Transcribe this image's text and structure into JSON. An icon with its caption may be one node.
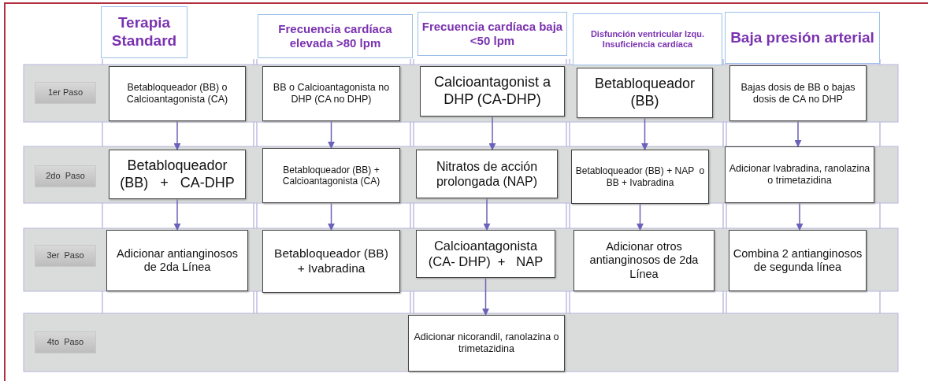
{
  "diagram": {
    "nodes": [
      {
        "text": [
          "Terapia Standard"
        ]
      },
      {
        "text": [
          "Frecuencia cardíaca elevada >80 lpm"
        ]
      },
      {
        "text": [
          "Frecuencia cardíaca baja  <50 lpm"
        ]
      },
      {
        "text": [
          "Disfunción ventricular Izqu. Insuficiencia cardíaca"
        ]
      },
      {
        "text": [
          "Baja presión arterial"
        ]
      },
      {
        "text": [
          "1er Paso"
        ]
      },
      {
        "text": [
          "Betabloqueador (BB) o Calcioantagonista (CA)"
        ]
      },
      {
        "text": [
          "BB o Calcioantagonista no DHP (CA no DHP)"
        ]
      },
      {
        "text": [
          "Calcioantagonist a DHP (CA-DHP)"
        ]
      },
      {
        "text": [
          "Betabloqueador (BB)"
        ]
      },
      {
        "text": [
          "Bajas dosis de BB o bajas dosis de CA no DHP"
        ]
      },
      {
        "text": [
          "2do  Paso"
        ]
      },
      {
        "text": [
          "Betabloqueador (BB)   +   CA-DHP"
        ]
      },
      {
        "text": [
          "Betabloqueador (BB) + Calcioantagonista (CA)"
        ]
      },
      {
        "text": [
          "Nitratos de acción prolongada (NAP)"
        ]
      },
      {
        "text": [
          "Betabloqueador (BB) + NAP  o BB + Ivabradina"
        ]
      },
      {
        "text": [
          "Adicionar Ivabradina, ranolazina o trimetazidina"
        ]
      },
      {
        "text": [
          "3er  Paso"
        ]
      },
      {
        "text": [
          "Adicionar antianginosos de 2da Línea"
        ]
      },
      {
        "text": [
          "Betabloqueador (BB)   + Ivabradina"
        ]
      },
      {
        "text": [
          "Calcioantagonista (CA- DHP)  +   NAP"
        ]
      },
      {
        "text": [
          "Adicionar otros antianginosos de 2da Línea"
        ]
      },
      {
        "text": [
          "Combina 2 antianginosos de segunda línea"
        ]
      },
      {
        "text": [
          "4to  Paso"
        ]
      },
      {
        "text": [
          "Adicionar nicorandil, ranolazina o trimetazidina"
        ]
      }
    ],
    "edges": [
      {
        "from": 6,
        "to": 12,
        "arrow": "to"
      },
      {
        "from": 12,
        "to": 18,
        "arrow": "to"
      },
      {
        "from": 7,
        "to": 13,
        "arrow": "to"
      },
      {
        "from": 13,
        "to": 19,
        "arrow": "to"
      },
      {
        "from": 8,
        "to": 14,
        "arrow": "to"
      },
      {
        "from": 14,
        "to": 20,
        "arrow": "to"
      },
      {
        "from": 20,
        "to": 24,
        "arrow": "to"
      },
      {
        "from": 9,
        "to": 15,
        "arrow": "to"
      },
      {
        "from": 15,
        "to": 21,
        "arrow": "to"
      },
      {
        "from": 10,
        "to": 16,
        "arrow": "to"
      },
      {
        "from": 16,
        "to": 22,
        "arrow": "to"
      }
    ]
  }
}
